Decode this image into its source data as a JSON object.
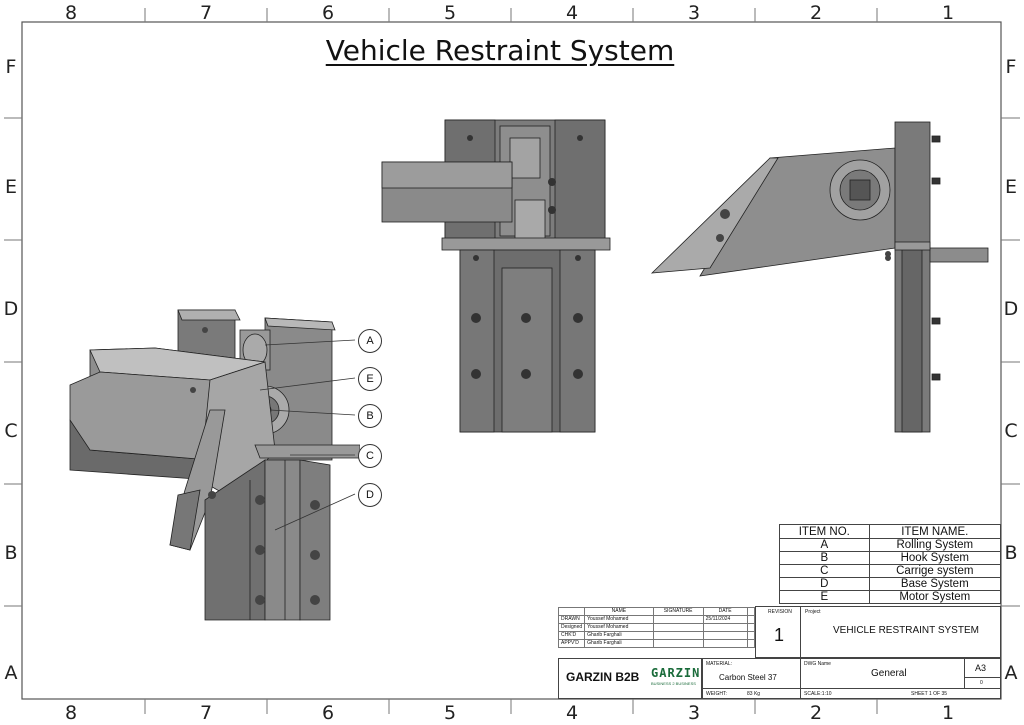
{
  "zones": {
    "columns": [
      "8",
      "7",
      "6",
      "5",
      "4",
      "3",
      "2",
      "1"
    ],
    "rows": [
      "F",
      "E",
      "D",
      "C",
      "B",
      "A"
    ]
  },
  "title": "Vehicle Restraint System",
  "callouts": [
    "A",
    "E",
    "B",
    "C",
    "D"
  ],
  "bom": {
    "headers": [
      "ITEM NO.",
      "ITEM NAME."
    ],
    "rows": [
      {
        "item": "A",
        "name": "Rolling System"
      },
      {
        "item": "B",
        "name": "Hook System"
      },
      {
        "item": "C",
        "name": "Carrige system"
      },
      {
        "item": "D",
        "name": "Base System"
      },
      {
        "item": "E",
        "name": "Motor System"
      }
    ]
  },
  "title_block": {
    "sig_headers": [
      "NAME",
      "SIGNATURE",
      "DATE"
    ],
    "sig_rows": [
      {
        "role": "DRAWN",
        "name": "Youssef Mohamed",
        "date": "25/11/2024"
      },
      {
        "role": "Designed",
        "name": "Youssef Mohamed",
        "date": ""
      },
      {
        "role": "CHK'D",
        "name": "Gharib Farghali",
        "date": ""
      },
      {
        "role": "APPV'D",
        "name": "Gharib Farghali",
        "date": ""
      }
    ],
    "revision_label": "REVISION",
    "revision_value": "1",
    "project_label": "Project",
    "project_name": "VEHICLE RESTRAINT SYSTEM",
    "company": "GARZIN B2B",
    "logo_text": "GARZIN",
    "logo_sub": "BUSINESS 2 BUSINESS",
    "material_label": "MATERIAL:",
    "material_value": "Carbon Steel 37",
    "dwg_name_label": "DWG Name",
    "dwg_name_value": "General",
    "size": "A3",
    "sheet_rev": "0",
    "weight_label": "WEIGHT:",
    "weight_value": "83 Kg",
    "scale": "SCALE:1:10",
    "sheet": "SHEET 1 OF 35"
  },
  "colors": {
    "steel_dark": "#6b6b6b",
    "steel_mid": "#8c8c8c",
    "steel_light": "#b4b4b4",
    "line": "#222222"
  }
}
